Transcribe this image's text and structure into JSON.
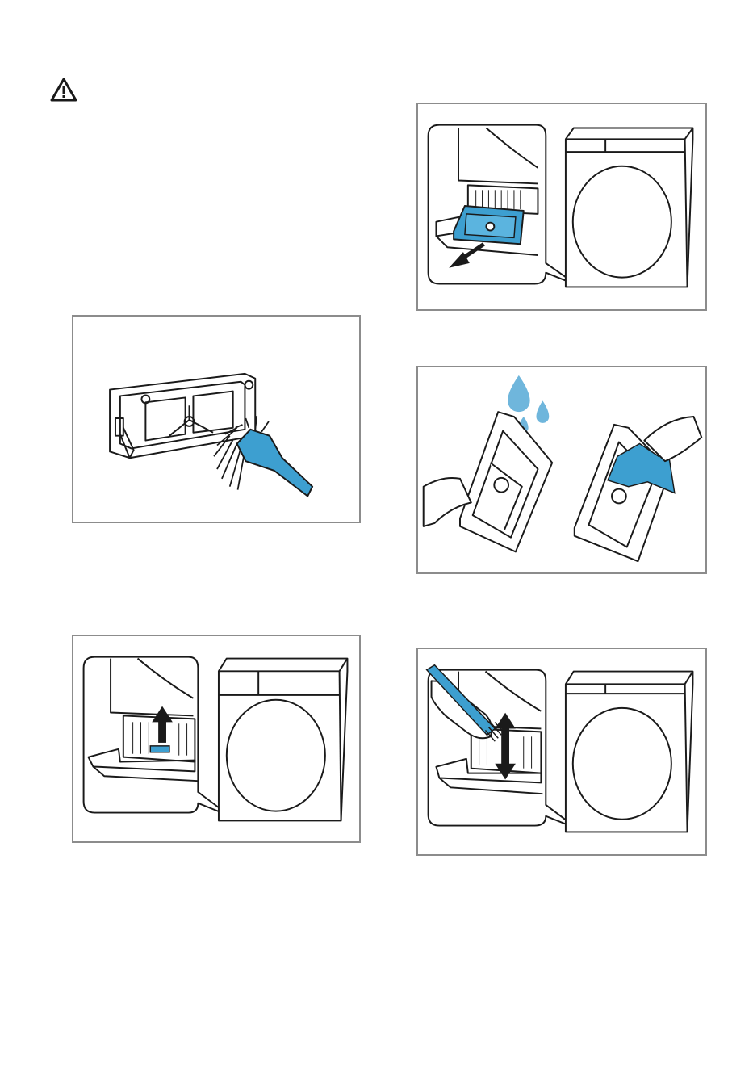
{
  "page": {
    "background": "#ffffff",
    "accent_color": "#3d9fd0",
    "frame_color": "#8c8c8c",
    "line_color": "#1a1a1a"
  },
  "warning": {
    "icon": "warning-triangle-icon"
  },
  "figures": [
    {
      "id": "fig-brush-filter-frame",
      "icon": "brush-cleaning-filter-frame-icon"
    },
    {
      "id": "fig-remove-filter",
      "icon": "pull-out-filter-arrow-icon"
    },
    {
      "id": "fig-rinse-wipe-filter",
      "icon": "water-drops-cloth-icon"
    },
    {
      "id": "fig-lift-inner-filter",
      "icon": "up-arrow-icon"
    },
    {
      "id": "fig-brush-heat-exchanger",
      "icon": "up-down-arrow-icon"
    }
  ]
}
